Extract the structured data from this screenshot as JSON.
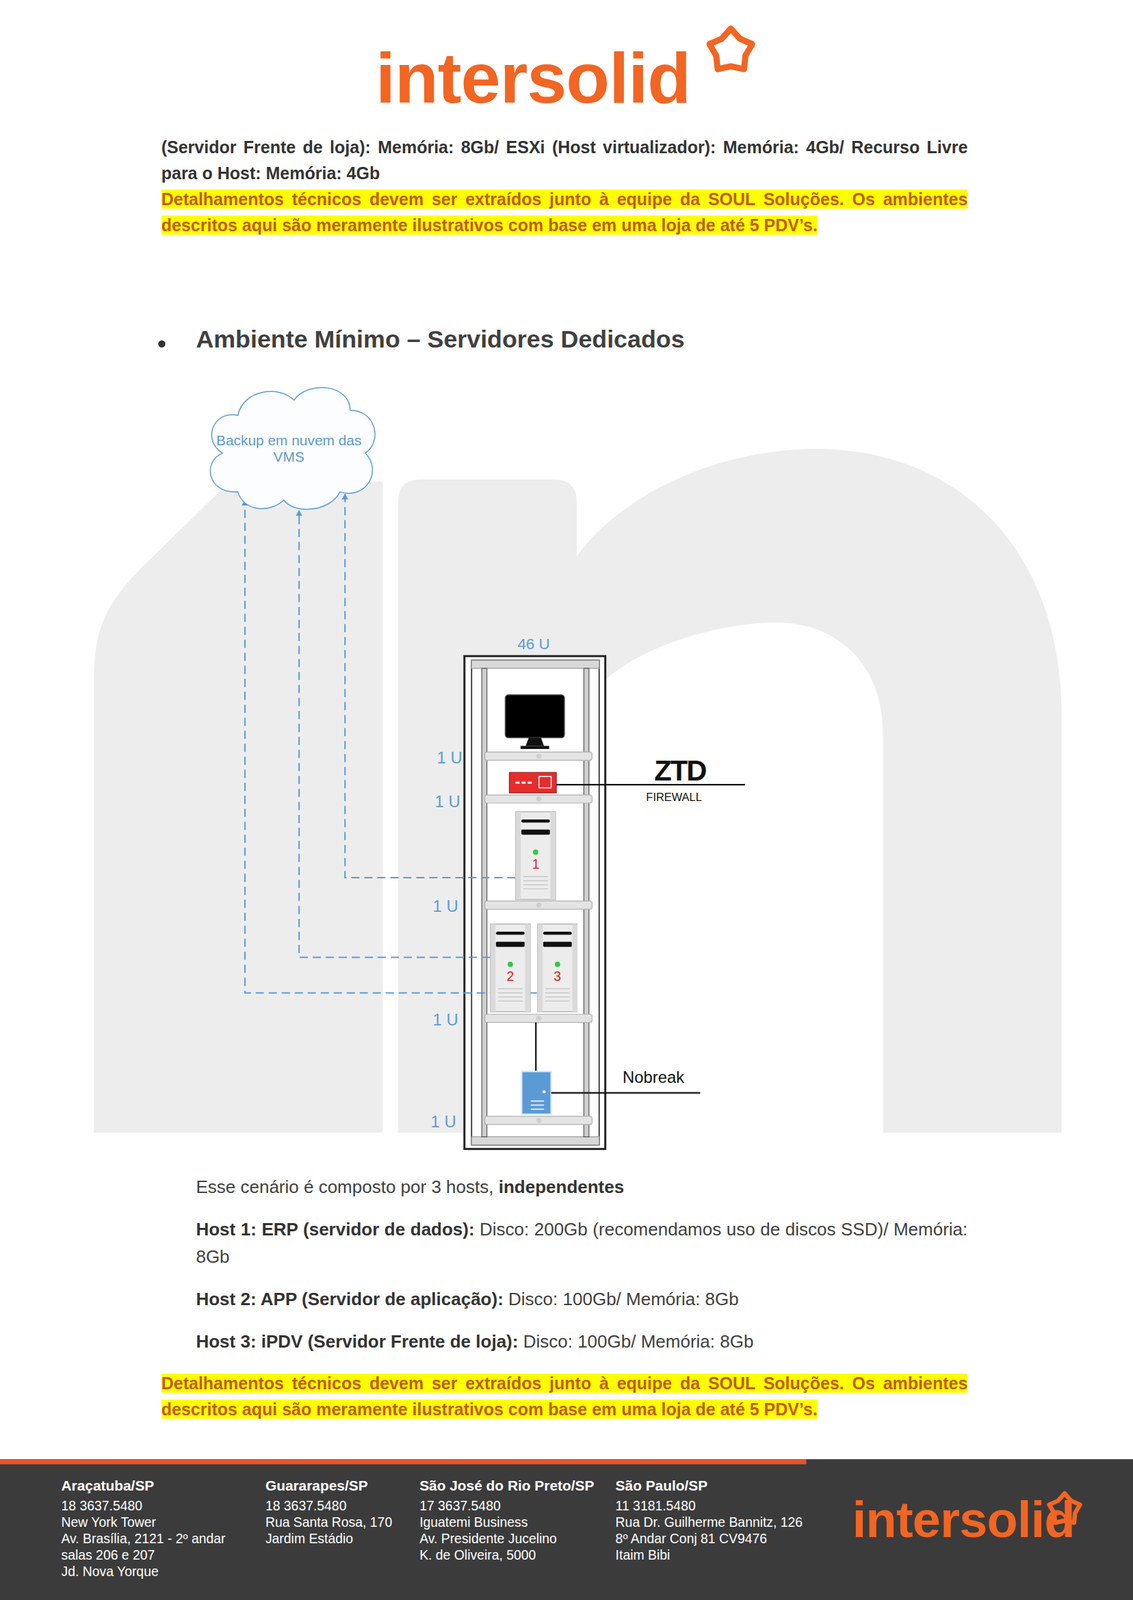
{
  "diagram": {
    "title": "Ambiente Mínimo – Servidores Dedicados",
    "nodes": [
      {
        "text": [
          "Backup em nuvem das VMS"
        ]
      },
      {
        "text": [
          "1"
        ]
      },
      {
        "text": [
          "2"
        ]
      },
      {
        "text": [
          "3"
        ]
      }
    ],
    "edges": [
      {
        "from": 1,
        "to": 0,
        "arrow": "to"
      },
      {
        "from": 2,
        "to": 0,
        "arrow": "to"
      },
      {
        "from": 3,
        "to": 0,
        "arrow": "to"
      }
    ],
    "labels": [
      "intersolid",
      "(Servidor Frente de loja): Memória: 8Gb/ ESXi (Host virtualizador): Memória: 4Gb/ Recurso Livre para o Host: Memória: 4Gb",
      "Detalhamentos técnicos devem ser extraídos junto à equipe da SOUL Soluções. Os ambientes descritos aqui são meramente ilustrativos com base em uma loja de até 5 PDV’s.",
      "46 U",
      "1 U",
      "1 U",
      "1 U",
      "1 U",
      "1 U",
      "ZTD",
      "FIREWALL",
      "Nobreak",
      "Esse cenário é composto por 3 hosts,",
      "independentes",
      "Host 1: ERP (servidor de dados):",
      "Disco: 200Gb (recomendamos uso de discos SSD)/ Memória: 8Gb",
      "Host 2: APP (Servidor de aplicação):",
      "Disco: 100Gb/ Memória: 8Gb",
      "Host 3: iPDV (Servidor Frente de loja):",
      "Disco: 100Gb/ Memória: 8Gb",
      "Detalhamentos técnicos devem ser extraídos junto à equipe da SOUL Soluções. Os ambientes descritos aqui são meramente ilustrativos com base em uma loja de até 5 PDV’s.",
      "Araçatuba/SP",
      "18 3637.5480",
      "New York Tower",
      "Av. Brasília, 2121 - 2º andar",
      "salas 206 e 207",
      "Jd. Nova Yorque",
      "Guararapes/SP",
      "18 3637.5480",
      "Rua Santa Rosa, 170",
      "Jardim Estádio",
      "São José do Rio Preto/SP",
      "17 3637.5480",
      "Iguatemi Business",
      "Av. Presidente Jucelino",
      "K. de Oliveira, 5000",
      "São Paulo/SP",
      "11 3181.5480",
      "Rua Dr. Guilherme Bannitz, 126",
      "8º Andar Conj 81 CV9476",
      "Itaim Bibi",
      "intersolid"
    ]
  }
}
